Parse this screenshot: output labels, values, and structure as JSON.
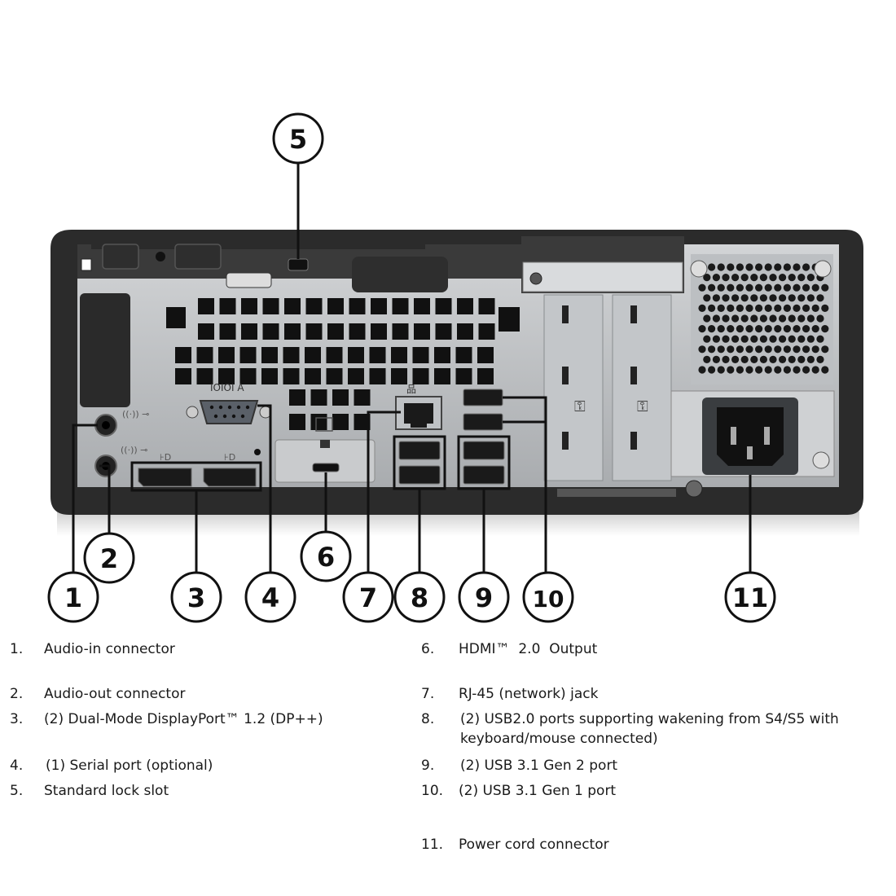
{
  "port_labels": {
    "serial": "IOIOI A"
  },
  "callouts": [
    {
      "number": "1"
    },
    {
      "number": "2"
    },
    {
      "number": "3"
    },
    {
      "number": "4"
    },
    {
      "number": "5"
    },
    {
      "number": "6"
    },
    {
      "number": "7"
    },
    {
      "number": "8"
    },
    {
      "number": "9"
    },
    {
      "number": "10"
    },
    {
      "number": "11"
    }
  ],
  "legend": [
    {
      "number": "1.",
      "text": "Audio-in connector"
    },
    {
      "number": "2.",
      "text": "Audio-out connector"
    },
    {
      "number": "3.",
      "text": "(2) Dual-Mode DisplayPort™ 1.2 (DP++)"
    },
    {
      "number": "4.",
      "text": "(1) Serial port (optional)"
    },
    {
      "number": "5.",
      "text": "Standard lock slot"
    },
    {
      "number": "6.",
      "text": "HDMI™  2.0  Output"
    },
    {
      "number": "7.",
      "text": "RJ-45 (network) jack"
    },
    {
      "number": "8.",
      "text": "(2) USB2.0 ports supporting wakening from S4/S5 with keyboard/mouse connected)"
    },
    {
      "number": "9.",
      "text": "(2) USB 3.1 Gen 2 port"
    },
    {
      "number": "10.",
      "text": "(2) USB 3.1 Gen 1 port"
    },
    {
      "number": "11.",
      "text": "Power cord connector"
    }
  ],
  "colors": {
    "chassis": "#2b2b2b",
    "panel": "#b9bcbf",
    "vent": "#111111",
    "callout_stroke": "#111111"
  }
}
